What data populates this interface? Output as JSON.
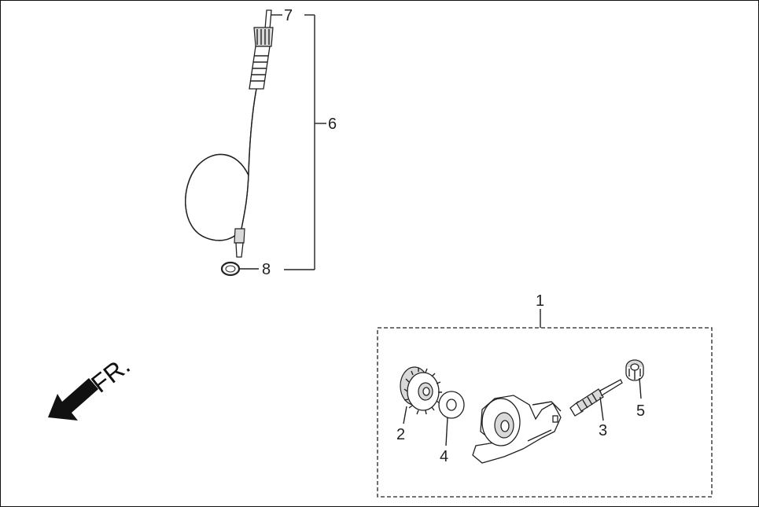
{
  "callouts": {
    "c1": "1",
    "c2": "2",
    "c3": "3",
    "c4": "4",
    "c5": "5",
    "c6": "6",
    "c7": "7",
    "c8": "8"
  },
  "direction": {
    "label": "FR."
  },
  "colors": {
    "line": "#222222",
    "shade": "#d9d9d9",
    "background": "#ffffff"
  }
}
